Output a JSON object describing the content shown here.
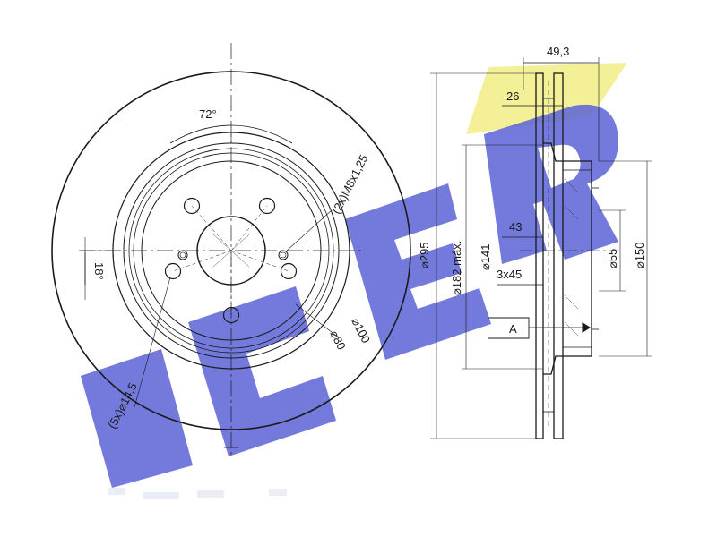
{
  "colors": {
    "line": "#1a1a1a",
    "watermark_blue": "#5b63d6",
    "watermark_yellow": "#f2ee8c"
  },
  "watermark": {
    "text": "ICER"
  },
  "front_view": {
    "angle_72": "72°",
    "angle_18": "18°",
    "thread_label": "(2x)M8x1,25",
    "bolt_holes": "(5x)⌀14,5",
    "pcd_100": "⌀100",
    "pcd_80": "⌀80"
  },
  "side_view": {
    "thickness_total": "49,3",
    "thickness_disc": "26",
    "diameter_295": "⌀295",
    "diameter_182": "⌀182 máx.",
    "diameter_141": "⌀141",
    "height_43": "43",
    "chamfer": "3x45",
    "datum": "A",
    "diameter_55": "⌀55",
    "diameter_150": "⌀150"
  }
}
